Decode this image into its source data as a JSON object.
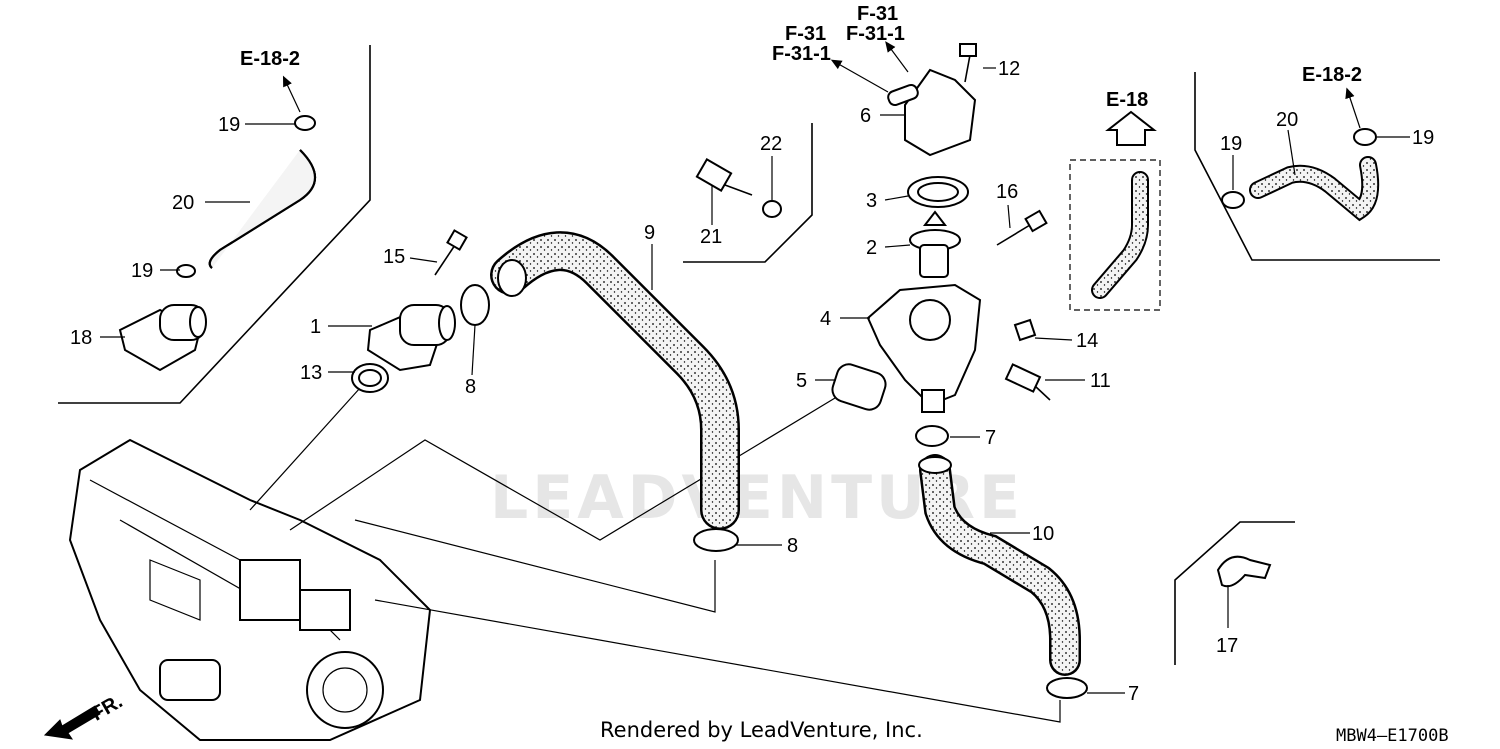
{
  "diagram": {
    "callouts": {
      "c1": "1",
      "c2": "2",
      "c3": "3",
      "c4": "4",
      "c5": "5",
      "c6": "6",
      "c7a": "7",
      "c7b": "7",
      "c8a": "8",
      "c8b": "8",
      "c9": "9",
      "c10": "10",
      "c11": "11",
      "c12": "12",
      "c13": "13",
      "c14": "14",
      "c15": "15",
      "c16": "16",
      "c17": "17",
      "c18": "18",
      "c19a": "19",
      "c19b": "19",
      "c19c": "19",
      "c20a": "20",
      "c20b": "20",
      "c21": "21",
      "c22": "22"
    },
    "refs": {
      "e1822_left": "E-18-2",
      "e1822_right": "E-18-2",
      "e18": "E-18",
      "f31_top": "F-31",
      "f311_top": "F-31-1",
      "f31_mid": "F-31",
      "f311_mid": "F-31-1"
    },
    "front_label": "FR.",
    "watermark": "LEADVENTURE"
  },
  "footer": {
    "rendered_by": "Rendered by LeadVenture, Inc.",
    "diagram_code": "MBW4–E1700B"
  }
}
